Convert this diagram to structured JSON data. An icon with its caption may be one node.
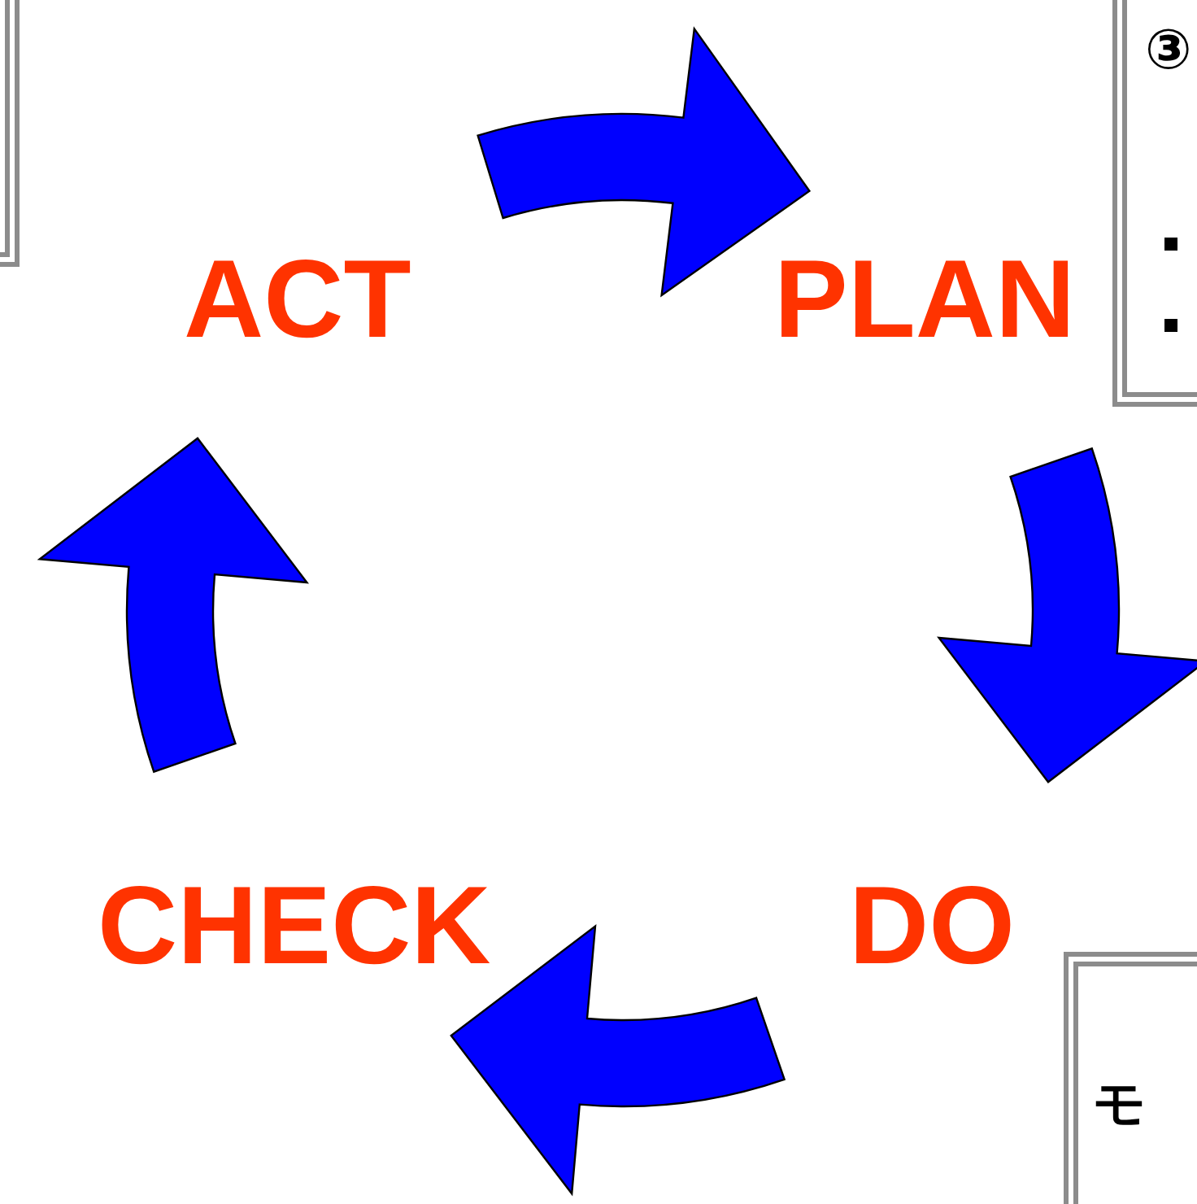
{
  "diagram": {
    "nodes": [
      {
        "text": [],
        "shape": "box"
      },
      {
        "text": [
          "③"
        ]
      },
      {
        "text": [
          "ACT"
        ]
      },
      {
        "text": [
          "PLAN"
        ]
      },
      {
        "text": [
          "CHECK"
        ]
      },
      {
        "text": [
          "DO"
        ]
      },
      {
        "text": [
          "モ"
        ]
      }
    ],
    "edges": [
      {
        "from": 2,
        "to": 3,
        "arrow": "to"
      },
      {
        "from": 3,
        "to": 5,
        "arrow": "to"
      },
      {
        "from": 5,
        "to": 4,
        "arrow": "to"
      },
      {
        "from": 4,
        "to": 2,
        "arrow": "to"
      }
    ]
  }
}
